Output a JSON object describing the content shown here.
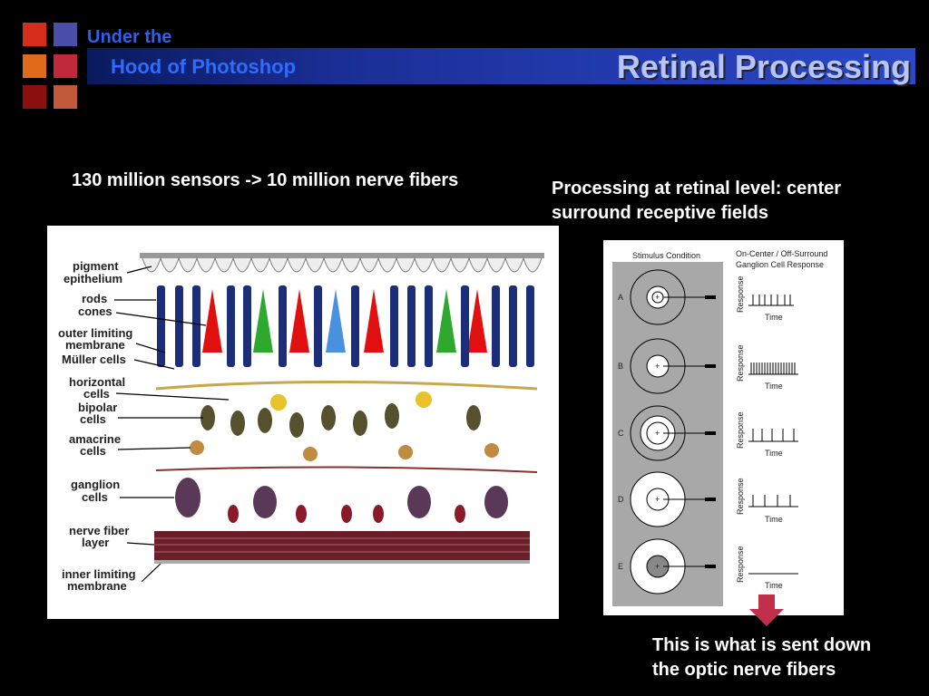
{
  "header": {
    "brand_line1": "Under the",
    "brand_line2": "Hood of Photoshop",
    "title": "Retinal Processing"
  },
  "left_caption": "130 million sensors -> 10 million nerve fibers",
  "right_caption_line1": "Processing at retinal level: center",
  "right_caption_line2": "surround receptive fields",
  "bottom_caption_line1": "This is what is sent down",
  "bottom_caption_line2": "the optic nerve fibers",
  "retina_labels": [
    "pigment",
    "epithelium",
    "rods",
    "cones",
    "outer limiting",
    "membrane",
    "Müller cells",
    "horizontal",
    "cells",
    "bipolar",
    "cells",
    "amacrine",
    "cells",
    "ganglion",
    "cells",
    "nerve fiber",
    "layer",
    "inner limiting",
    "membrane"
  ],
  "receptive_field": {
    "col1_title": "Stimulus Condition",
    "col2_title_line1": "On-Center / Off-Surround",
    "col2_title_line2": "Ganglion Cell Response",
    "axis_y": "Response",
    "axis_x": "Time",
    "conditions": [
      "A",
      "B",
      "C",
      "D",
      "E"
    ]
  },
  "colors": {
    "brand": "#2f5ff0",
    "title": "#b8c4ff",
    "squares": [
      "#d52c1c",
      "#4a4ea8",
      "#e06a1a",
      "#c0283c",
      "#8c1010",
      "#c05a3a"
    ],
    "arrow": "#c0304a"
  }
}
